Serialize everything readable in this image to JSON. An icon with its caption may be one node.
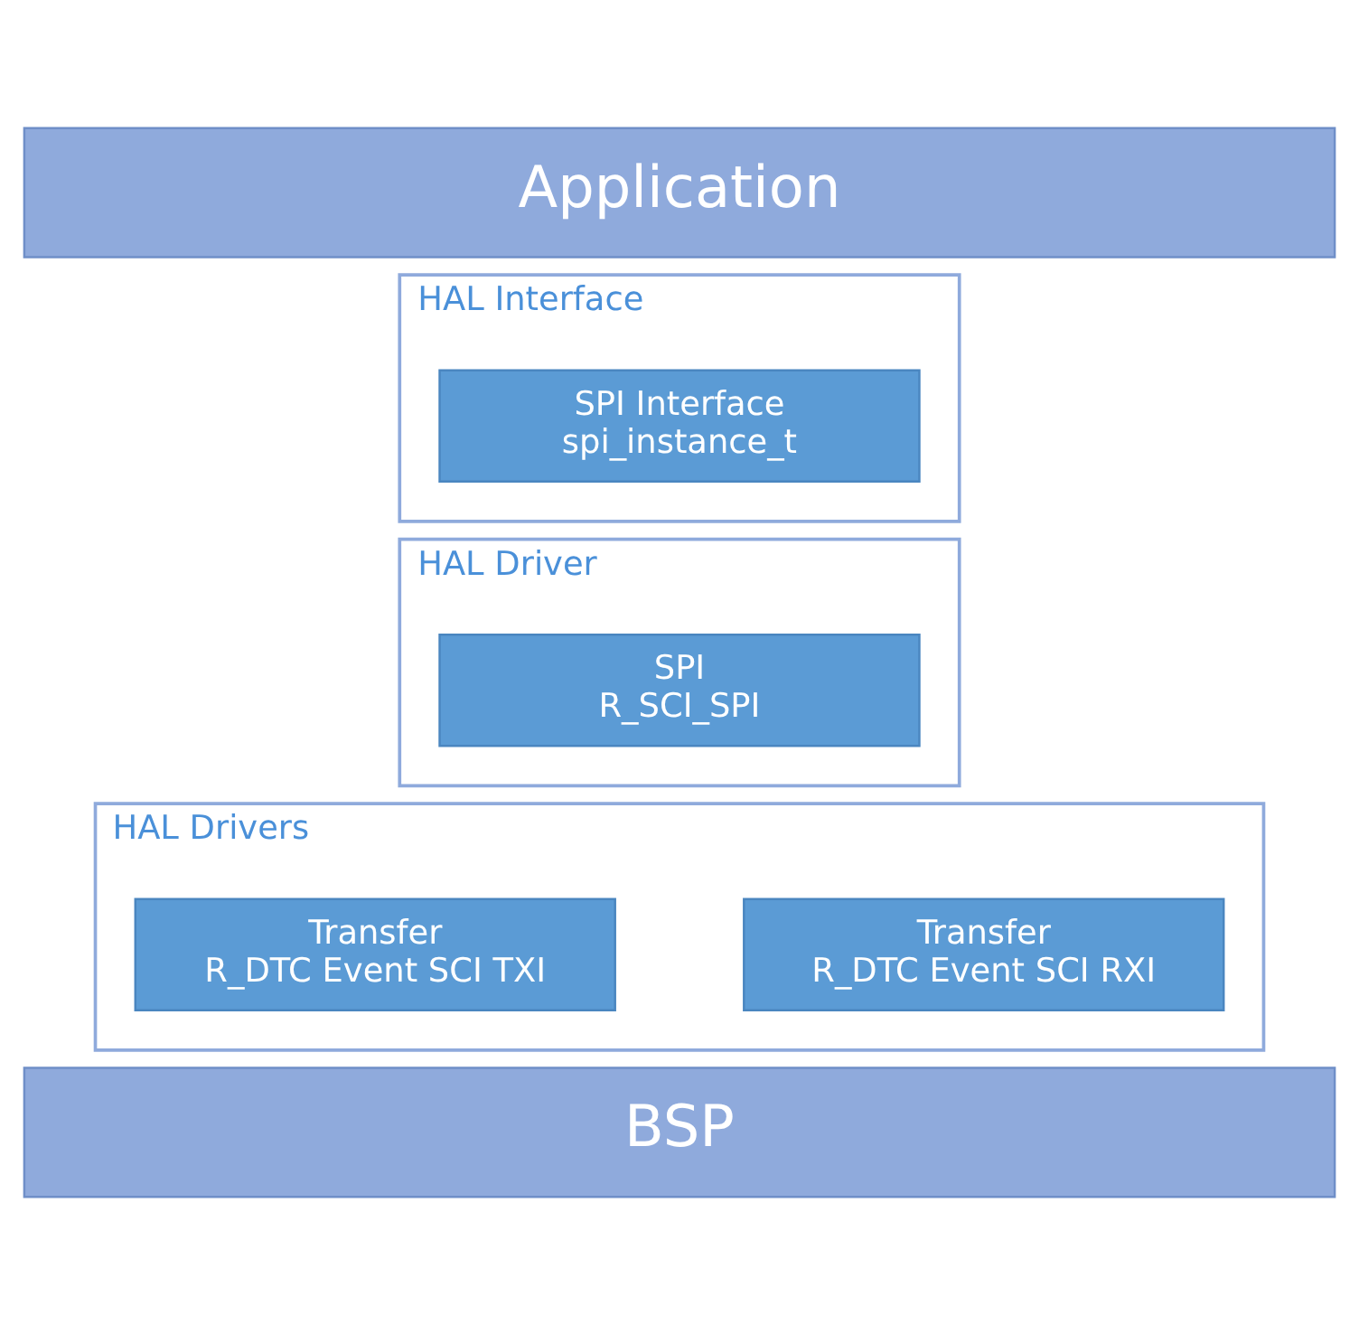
{
  "diagram": {
    "nodes": [
      {
        "text": [
          "Application"
        ]
      },
      {
        "text": [
          "HAL Interface"
        ]
      },
      {
        "text": [
          "SPI Interface",
          "spi_instance_t"
        ],
        "in": 1
      },
      {
        "text": [
          "HAL Driver"
        ]
      },
      {
        "text": [
          "SPI",
          "R_SCI_SPI"
        ],
        "in": 3
      },
      {
        "text": [
          "HAL Drivers"
        ]
      },
      {
        "text": [
          "Transfer",
          "R_DTC Event SCI TXI"
        ],
        "in": 5
      },
      {
        "text": [
          "Transfer",
          "R_DTC Event SCI RXI"
        ],
        "in": 5
      },
      {
        "text": [
          "BSP"
        ]
      }
    ],
    "edges": []
  }
}
